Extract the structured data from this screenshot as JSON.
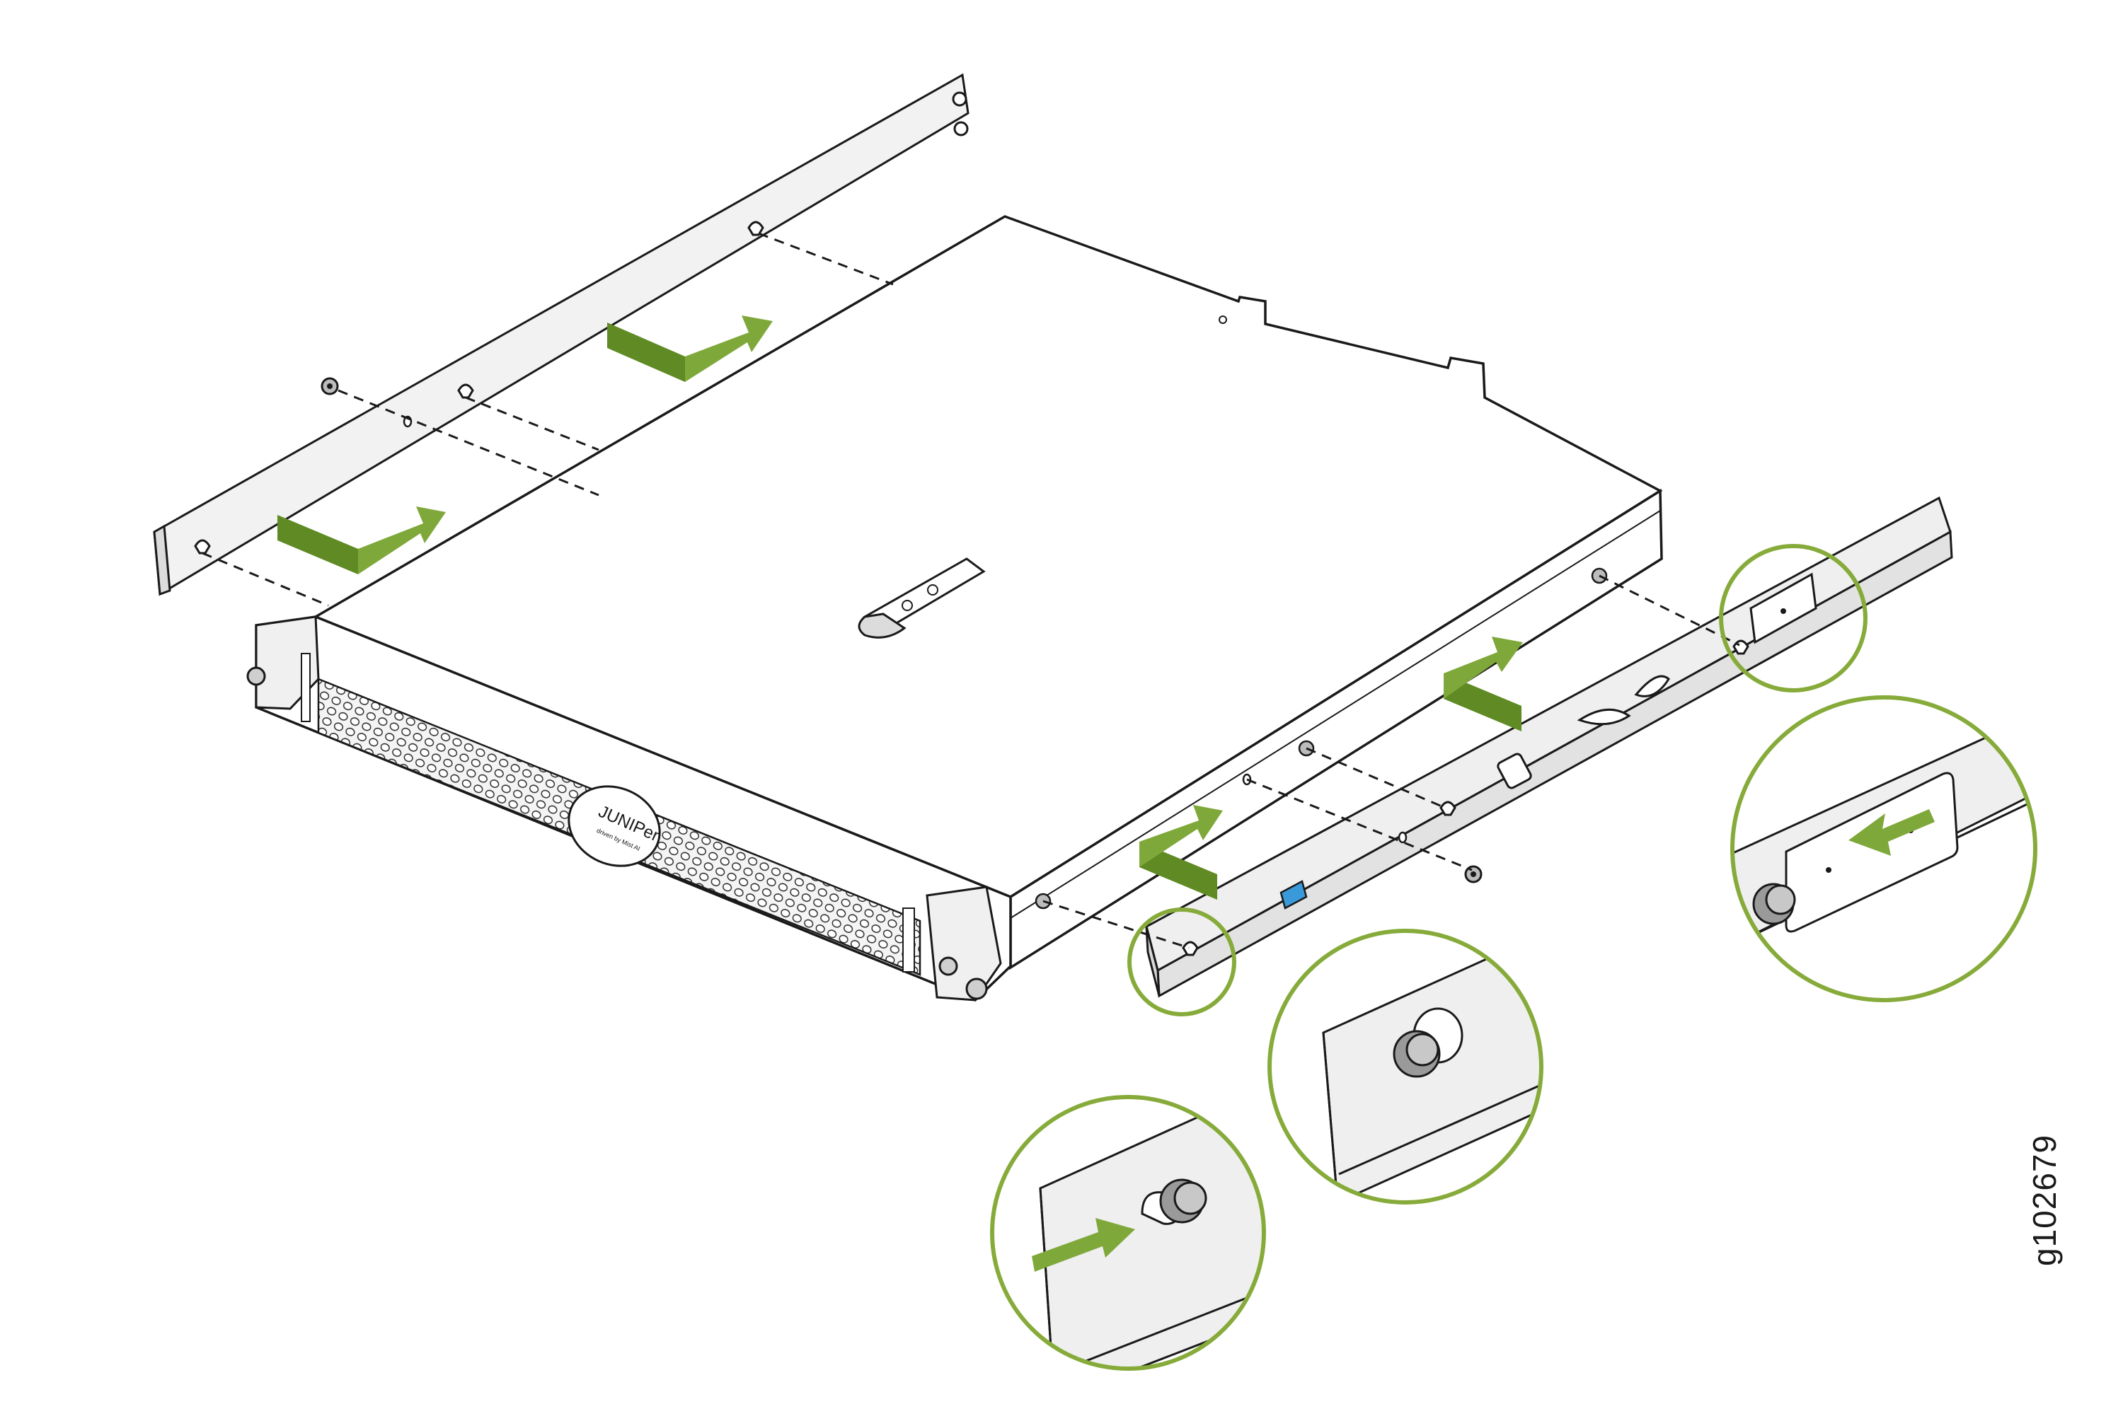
{
  "figure": {
    "id_label": "g102679",
    "logo_text": "JUNIPer",
    "logo_subtext": "driven by Mist AI"
  },
  "colors": {
    "accent_green": "#86ab3a",
    "arrow_green": "#7fa83a",
    "arrow_shade": "#5f8a24",
    "latch_blue": "#3a9ad9",
    "line": "#1a1a1a",
    "panel_fill": "#f2f2f2",
    "rail_fill": "#eeeeee"
  },
  "diagram": {
    "components": [
      "chassis",
      "left-rail",
      "right-rail",
      "screw",
      "callout-slider",
      "callout-standoff",
      "callout-latch"
    ]
  }
}
